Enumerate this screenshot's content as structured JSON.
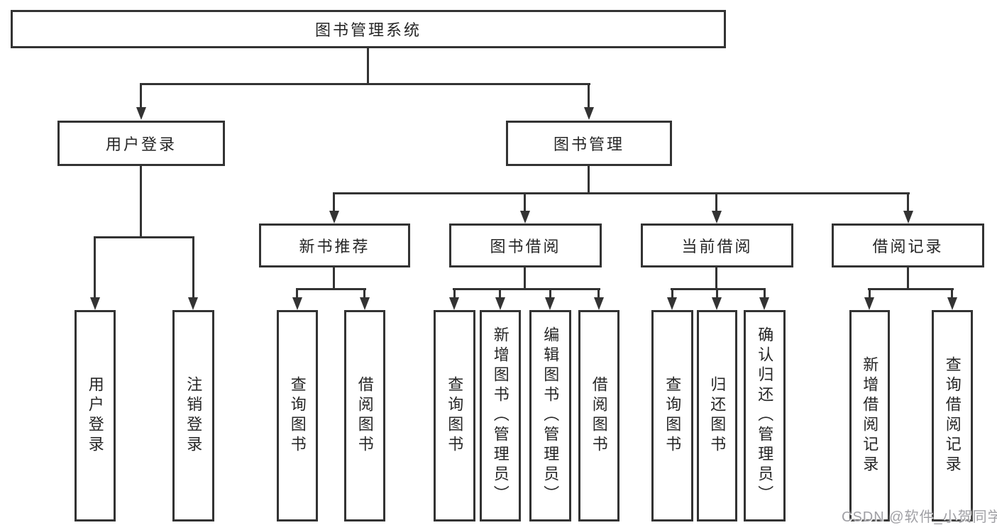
{
  "colors": {
    "line": "#333333",
    "text": "#262626",
    "watermark": "#a0a0a5",
    "background": "#ffffff"
  },
  "watermark": {
    "text": "CSDN @软件_小贺同学"
  },
  "tree": {
    "root": {
      "label": "图书管理系统"
    },
    "branches": [
      {
        "label": "用户登录",
        "children": [
          {
            "label": "用户登录"
          },
          {
            "label": "注销登录"
          }
        ]
      },
      {
        "label": "图书管理",
        "children": [
          {
            "label": "新书推荐",
            "children": [
              {
                "label": "查询图书"
              },
              {
                "label": "借阅图书"
              }
            ]
          },
          {
            "label": "图书借阅",
            "children": [
              {
                "label": "查询图书"
              },
              {
                "label": "新增图书（管理员）"
              },
              {
                "label": "编辑图书（管理员）"
              },
              {
                "label": "借阅图书"
              }
            ]
          },
          {
            "label": "当前借阅",
            "children": [
              {
                "label": "查询图书"
              },
              {
                "label": "归还图书"
              },
              {
                "label": "确认归还（管理员）"
              }
            ]
          },
          {
            "label": "借阅记录",
            "children": [
              {
                "label": "新增借阅记录"
              },
              {
                "label": "查询借阅记录"
              }
            ]
          }
        ]
      }
    ]
  }
}
